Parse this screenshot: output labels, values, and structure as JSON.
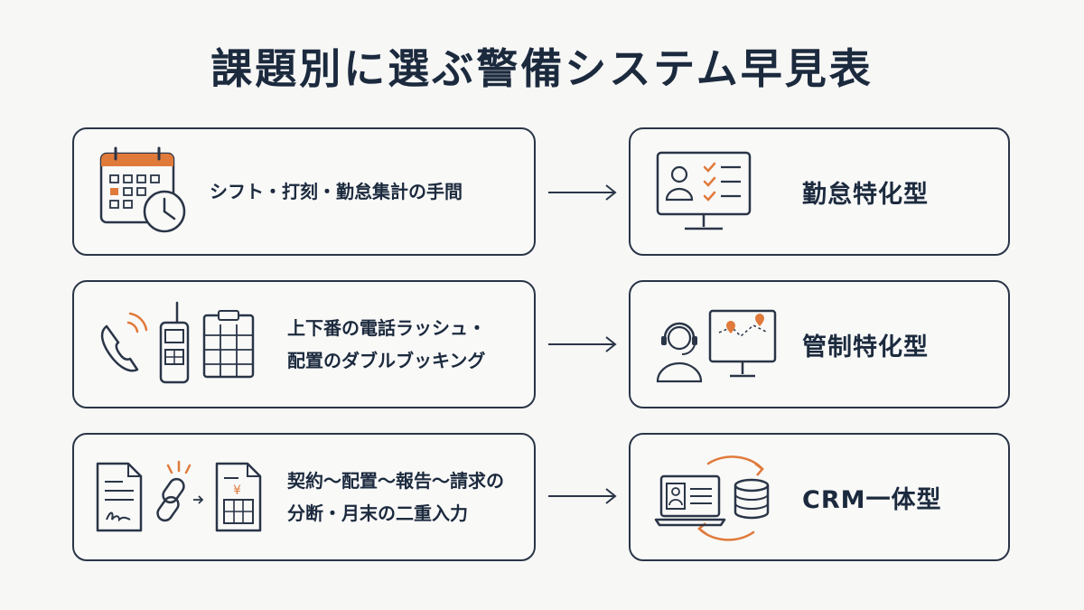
{
  "title": "課題別に選ぶ警備システム早見表",
  "colors": {
    "ink": "#2a3547",
    "accent": "#e07a3a",
    "background": "#f7f7f6"
  },
  "rows": [
    {
      "problem_lines": [
        "シフト・打刻・勤怠集計の手間"
      ],
      "problem_icons": [
        "calendar-icon",
        "clock-icon"
      ],
      "solution": "勤怠特化型",
      "solution_icon": "monitor-checklist-icon"
    },
    {
      "problem_lines": [
        "上下番の電話ラッシュ・",
        "配置のダブルブッキング"
      ],
      "problem_icons": [
        "phone-icon",
        "radio-icon",
        "clipboard-grid-icon"
      ],
      "solution": "管制特化型",
      "solution_icon": "operator-map-icon"
    },
    {
      "problem_lines": [
        "契約〜配置〜報告〜請求の",
        "分断・月末の二重入力"
      ],
      "problem_icons": [
        "signed-document-icon",
        "broken-link-icon",
        "invoice-icon"
      ],
      "solution": "CRM一体型",
      "solution_icon": "laptop-database-sync-icon"
    }
  ]
}
